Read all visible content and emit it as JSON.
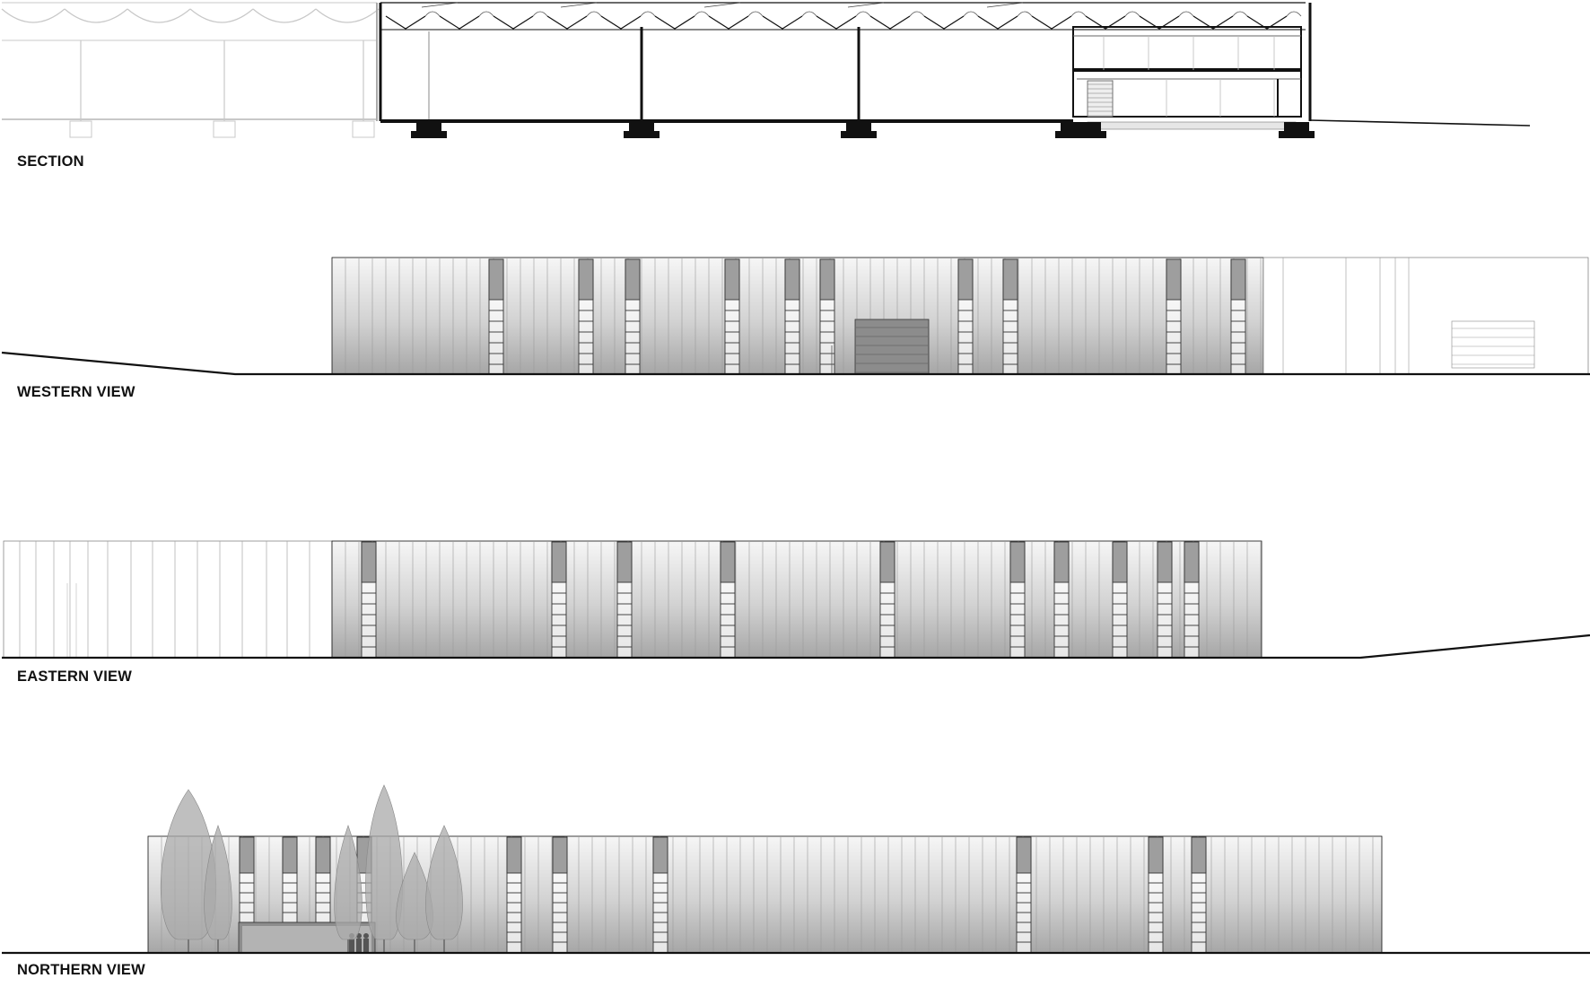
{
  "captions": {
    "section": "SECTION",
    "western": "WESTERN VIEW",
    "eastern": "EASTERN VIEW",
    "northern": "NORTHERN VIEW"
  },
  "colors": {
    "line": "#111111",
    "faint": "#c8c8c8",
    "panel_dark": "#a9a9a9",
    "panel_light": "#f4f4f4",
    "window_cap": "#9e9e9e",
    "door": "#8c8c8c",
    "tree": "#aaaaaa"
  }
}
